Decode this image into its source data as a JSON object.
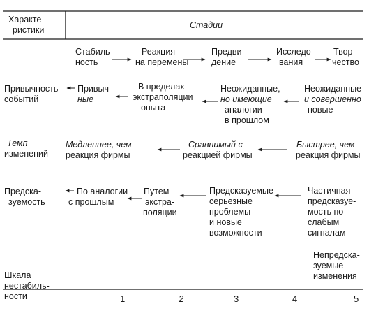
{
  "header": {
    "characteristics_line1": "Характе-",
    "characteristics_line2": "ристики",
    "stages": "Стадии"
  },
  "stages": [
    {
      "line1": "Стабиль-",
      "line2": "ность"
    },
    {
      "line1": "Реакция",
      "line2": "на перемены"
    },
    {
      "line1": "Предви-",
      "line2": "дение"
    },
    {
      "line1": "Исследо-",
      "line2": "вания"
    },
    {
      "line1": "Твор-",
      "line2": "чество"
    }
  ],
  "rows": {
    "familiarity": {
      "label": [
        "Привычность",
        "событий"
      ],
      "cells": [
        [
          "Привыч-",
          "ные"
        ],
        [
          "В пределах",
          "экстраполяции",
          "опыта"
        ],
        [
          "Неожиданные,",
          "но имеющие",
          "аналогии",
          "в прошлом"
        ],
        [
          "Неожиданные",
          "и совершенно",
          "новые"
        ]
      ]
    },
    "tempo": {
      "label": [
        "Темп",
        "изменений"
      ],
      "cells": [
        [
          "Медленнее, чем",
          "реакция фирмы"
        ],
        [
          "Сравнимый с",
          "реакцией фирмы"
        ],
        [
          "Быстрее, чем",
          "реакция фирмы"
        ]
      ]
    },
    "predictability": {
      "label": [
        "Предска-",
        "зуемость"
      ],
      "cells": [
        [
          "По аналогии",
          "с прошлым"
        ],
        [
          "Путем",
          "экстра-",
          "поляции"
        ],
        [
          "Предсказуемые",
          "серьезные",
          "проблемы",
          "и новые",
          "возможности"
        ],
        [
          "Частичная",
          "предсказуе-",
          "мость по",
          "слабым",
          "сигналам"
        ],
        [
          "Непредска-",
          "зуемые",
          "изменения"
        ]
      ]
    }
  },
  "scale": {
    "label": [
      "Шкала",
      "нестабиль-",
      "ности"
    ],
    "numbers": [
      "1",
      "2",
      "3",
      "4",
      "5"
    ]
  }
}
